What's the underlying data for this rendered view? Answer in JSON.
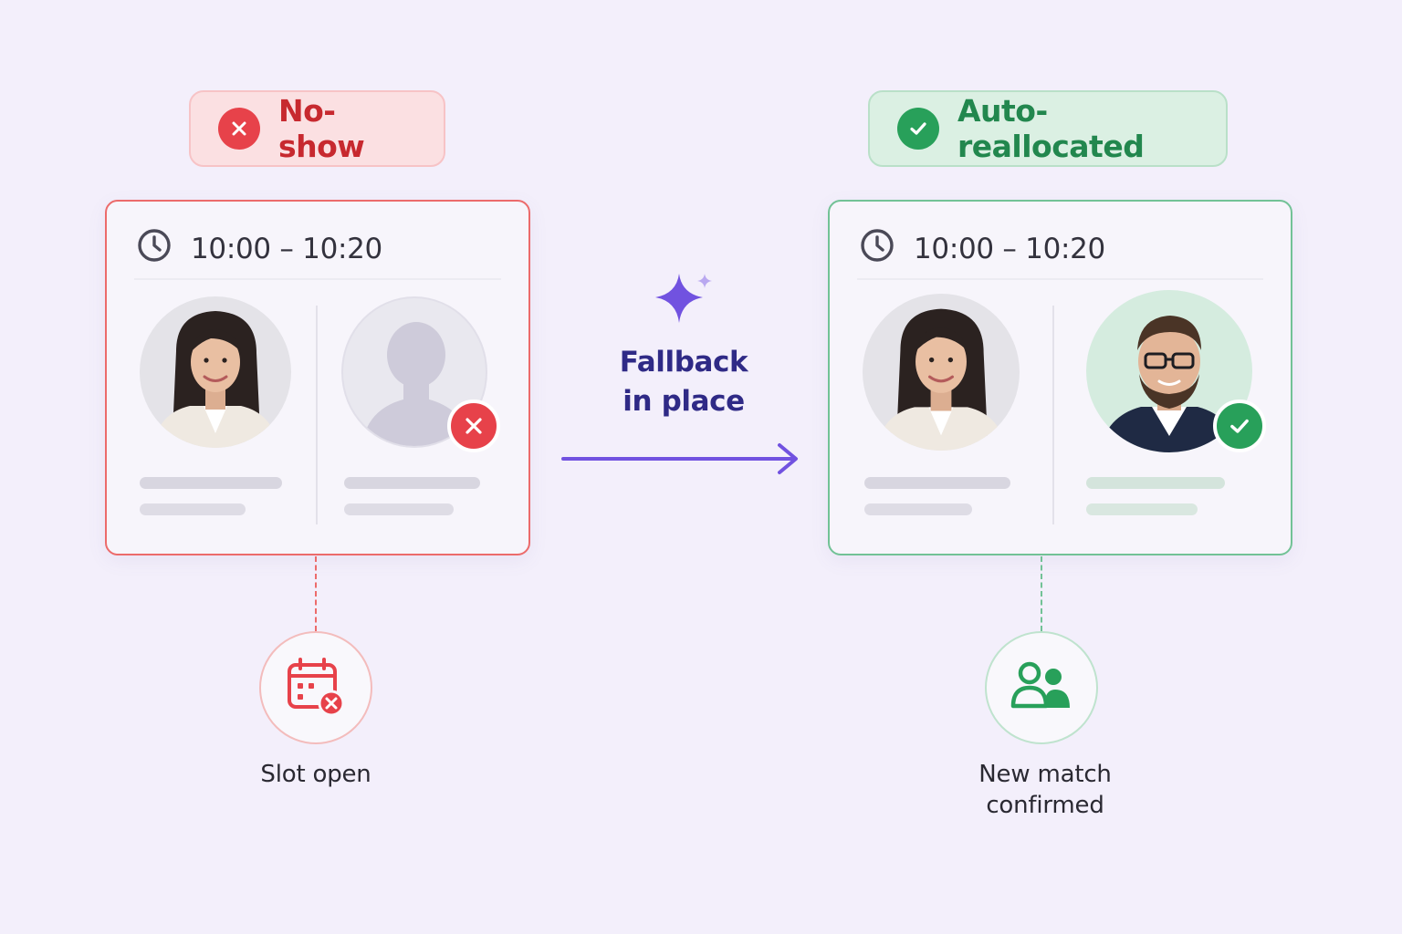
{
  "left": {
    "status_label": "No-show",
    "status_icon": "x-circle-icon",
    "time_range": "10:00 – 10:20",
    "caption": "Slot open",
    "color": "#e7424a"
  },
  "middle": {
    "label_line1": "Fallback",
    "label_line2": "in place",
    "icon": "sparkle-icon",
    "color": "#7152e0"
  },
  "right": {
    "status_label": "Auto-reallocated",
    "status_icon": "check-circle-icon",
    "time_range": "10:00 – 10:20",
    "caption_line1": "New match",
    "caption_line2": "confirmed",
    "color": "#28a05a"
  }
}
